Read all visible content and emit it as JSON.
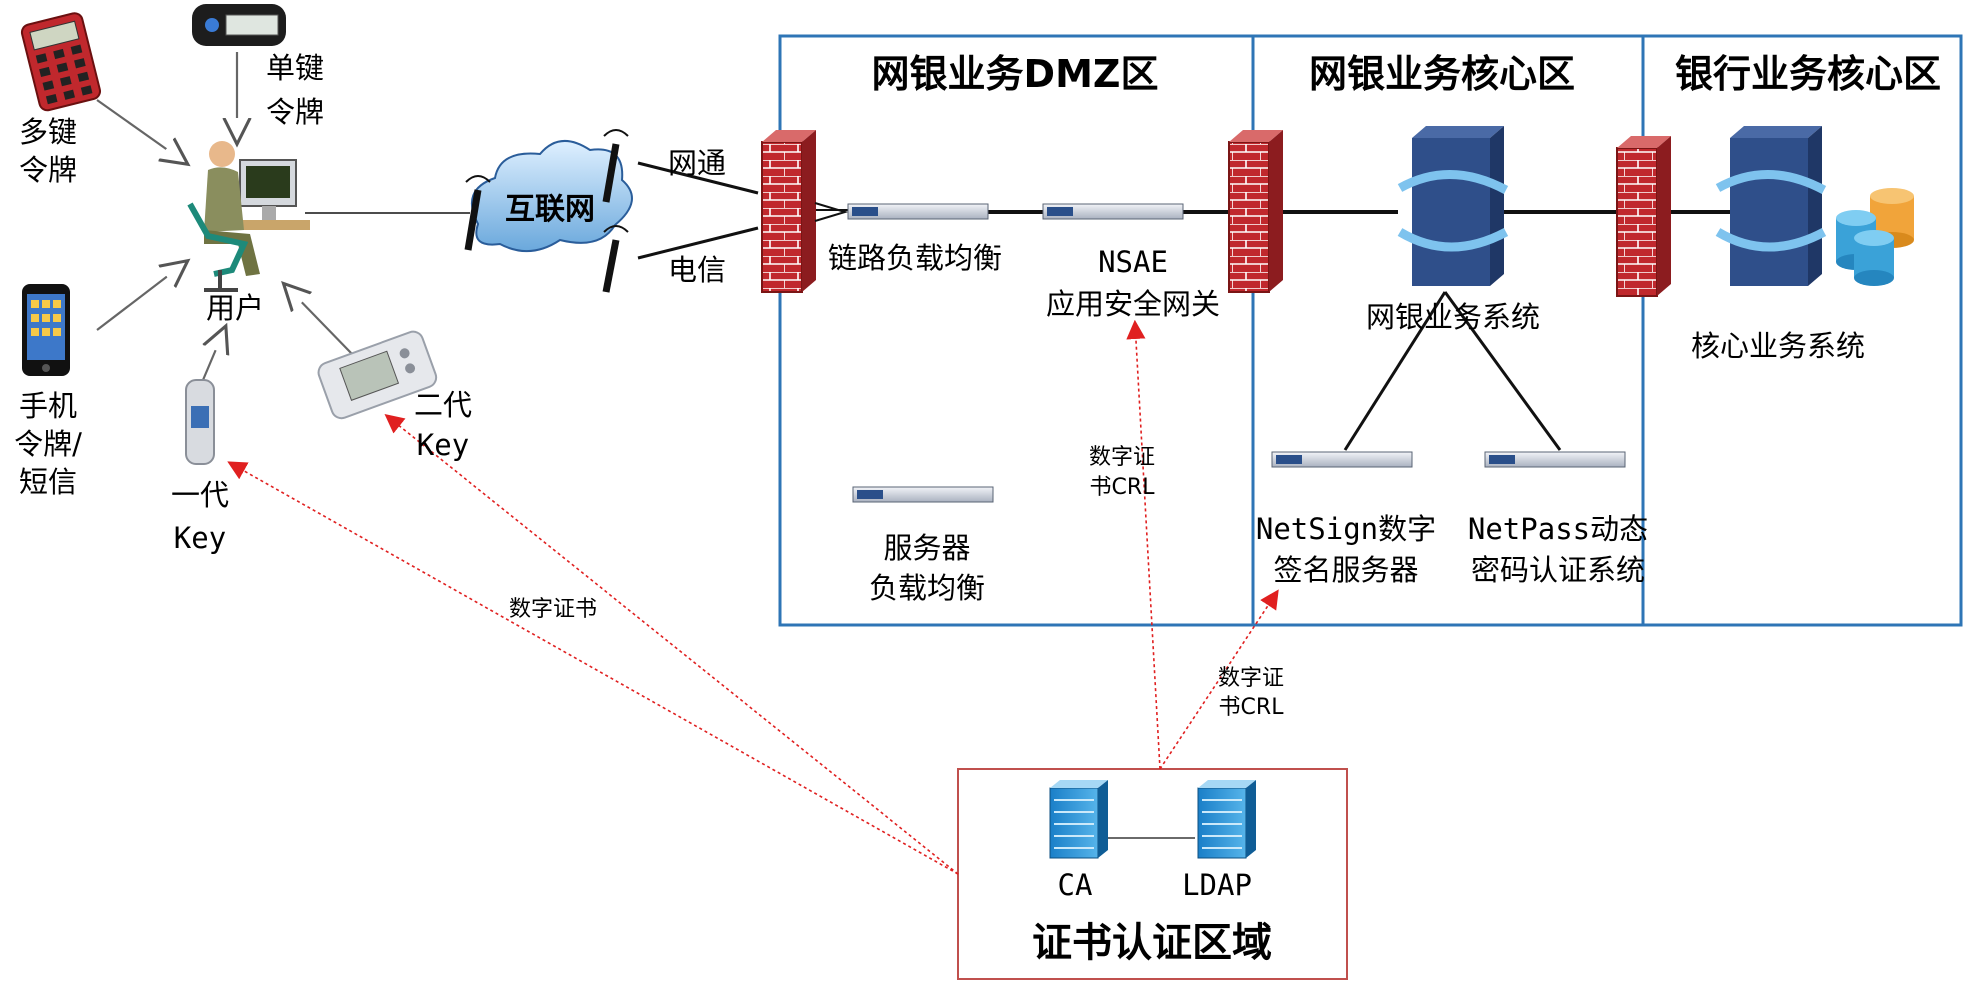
{
  "zones": {
    "dmz": "网银业务DMZ区",
    "ebank_core": "网银业务核心区",
    "bank_core": "银行业务核心区",
    "cert": "证书认证区域"
  },
  "devices": {
    "multi_key_token": [
      "多键",
      "令牌"
    ],
    "single_key_token": [
      "单键",
      "令牌"
    ],
    "mobile_token": [
      "手机",
      "令牌/",
      "短信"
    ],
    "gen1_key": [
      "一代",
      "Key"
    ],
    "gen2_key": [
      "二代",
      "Key"
    ],
    "user": "用户",
    "internet": "互联网",
    "isp_cnc": "网通",
    "isp_telecom": "电信",
    "link_lb": "链路负载均衡",
    "nsae": [
      "NSAE",
      "应用安全网关"
    ],
    "server_lb": [
      "服务器",
      "负载均衡"
    ],
    "ebank_system": "网银业务系统",
    "netsign": [
      "NetSign数字",
      "签名服务器"
    ],
    "netpass": [
      "NetPass动态",
      "密码认证系统"
    ],
    "core_system": "核心业务系统",
    "ca": "CA",
    "ldap": "LDAP"
  },
  "links": {
    "cert_to_user": "数字证书",
    "cert_to_nsae": [
      "数字证",
      "书CRL"
    ],
    "cert_to_netsign": [
      "数字证",
      "书CRL"
    ]
  },
  "colors": {
    "zone_border": "#2e75b6",
    "cert_border": "#c0504d",
    "cert_link": "#e02020",
    "firewall": "#c0282d",
    "switch": "#2f4f8a"
  }
}
